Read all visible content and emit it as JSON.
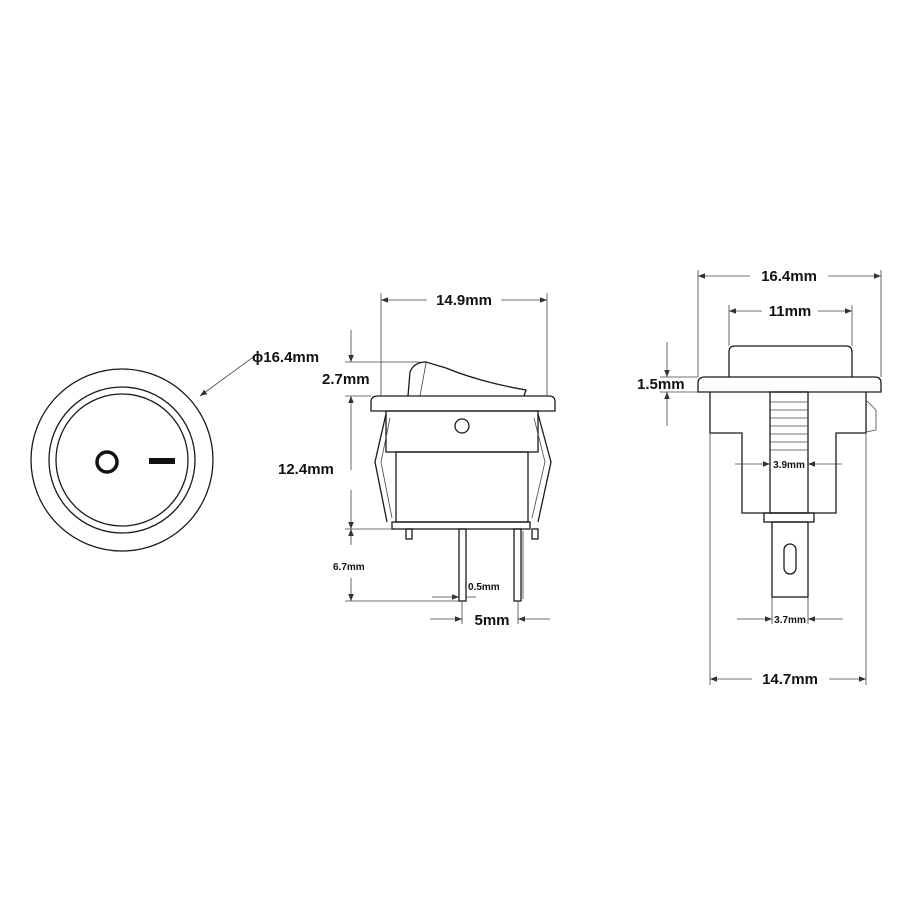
{
  "front_view": {
    "diameter_label": "ϕ16.4mm",
    "off_symbol": "O",
    "on_symbol": "I"
  },
  "side_view": {
    "width_label": "14.9mm",
    "rocker_height_label": "2.7mm",
    "body_height_label": "12.4mm",
    "terminal_length_label": "6.7mm",
    "terminal_thickness_label": "0.5mm",
    "terminal_pitch_label": "5mm"
  },
  "end_view": {
    "bezel_width_label": "16.4mm",
    "rocker_width_label": "11mm",
    "bezel_thickness_label": "1.5mm",
    "stem_width_label": "3.9mm",
    "terminal_width_label": "3.7mm",
    "body_width_label": "14.7mm"
  },
  "colors": {
    "line": "#1a1a1a",
    "dimension": "#444444",
    "background": "#ffffff"
  }
}
